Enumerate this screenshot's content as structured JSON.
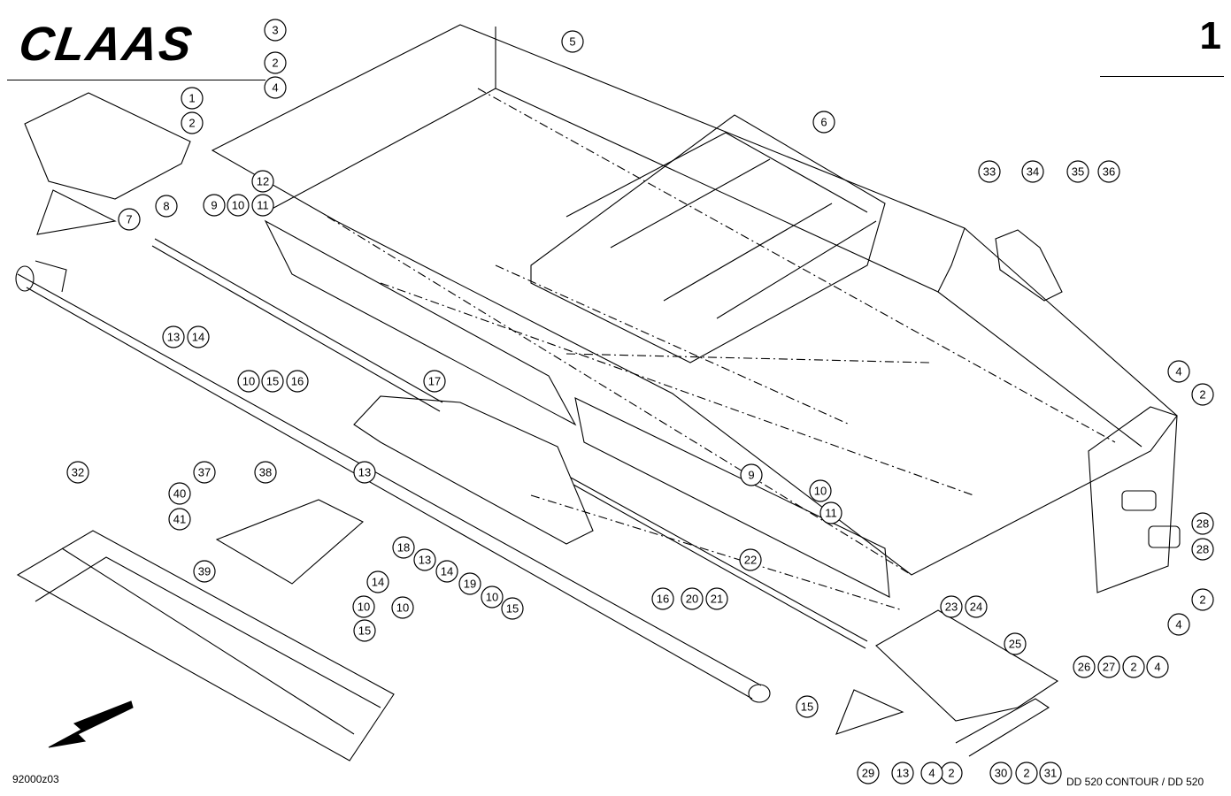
{
  "header": {
    "brand": "CLAAS",
    "page_number": "1"
  },
  "footer": {
    "drawing_number": "92000z03",
    "model": "DD 520 CONTOUR / DD 520"
  },
  "diagram": {
    "kind": "exploded parts drawing",
    "callouts": [
      "1",
      "2",
      "2",
      "2",
      "2",
      "2",
      "2",
      "2",
      "3",
      "4",
      "4",
      "4",
      "4",
      "4",
      "5",
      "6",
      "7",
      "8",
      "9",
      "9",
      "10",
      "10",
      "10",
      "10",
      "10",
      "10",
      "11",
      "11",
      "12",
      "13",
      "13",
      "13",
      "13",
      "14",
      "14",
      "14",
      "15",
      "15",
      "15",
      "15",
      "16",
      "16",
      "17",
      "18",
      "19",
      "20",
      "21",
      "22",
      "23",
      "24",
      "25",
      "26",
      "27",
      "28",
      "28",
      "29",
      "30",
      "31",
      "32",
      "33",
      "34",
      "35",
      "36",
      "37",
      "38",
      "39",
      "40",
      "41"
    ]
  }
}
